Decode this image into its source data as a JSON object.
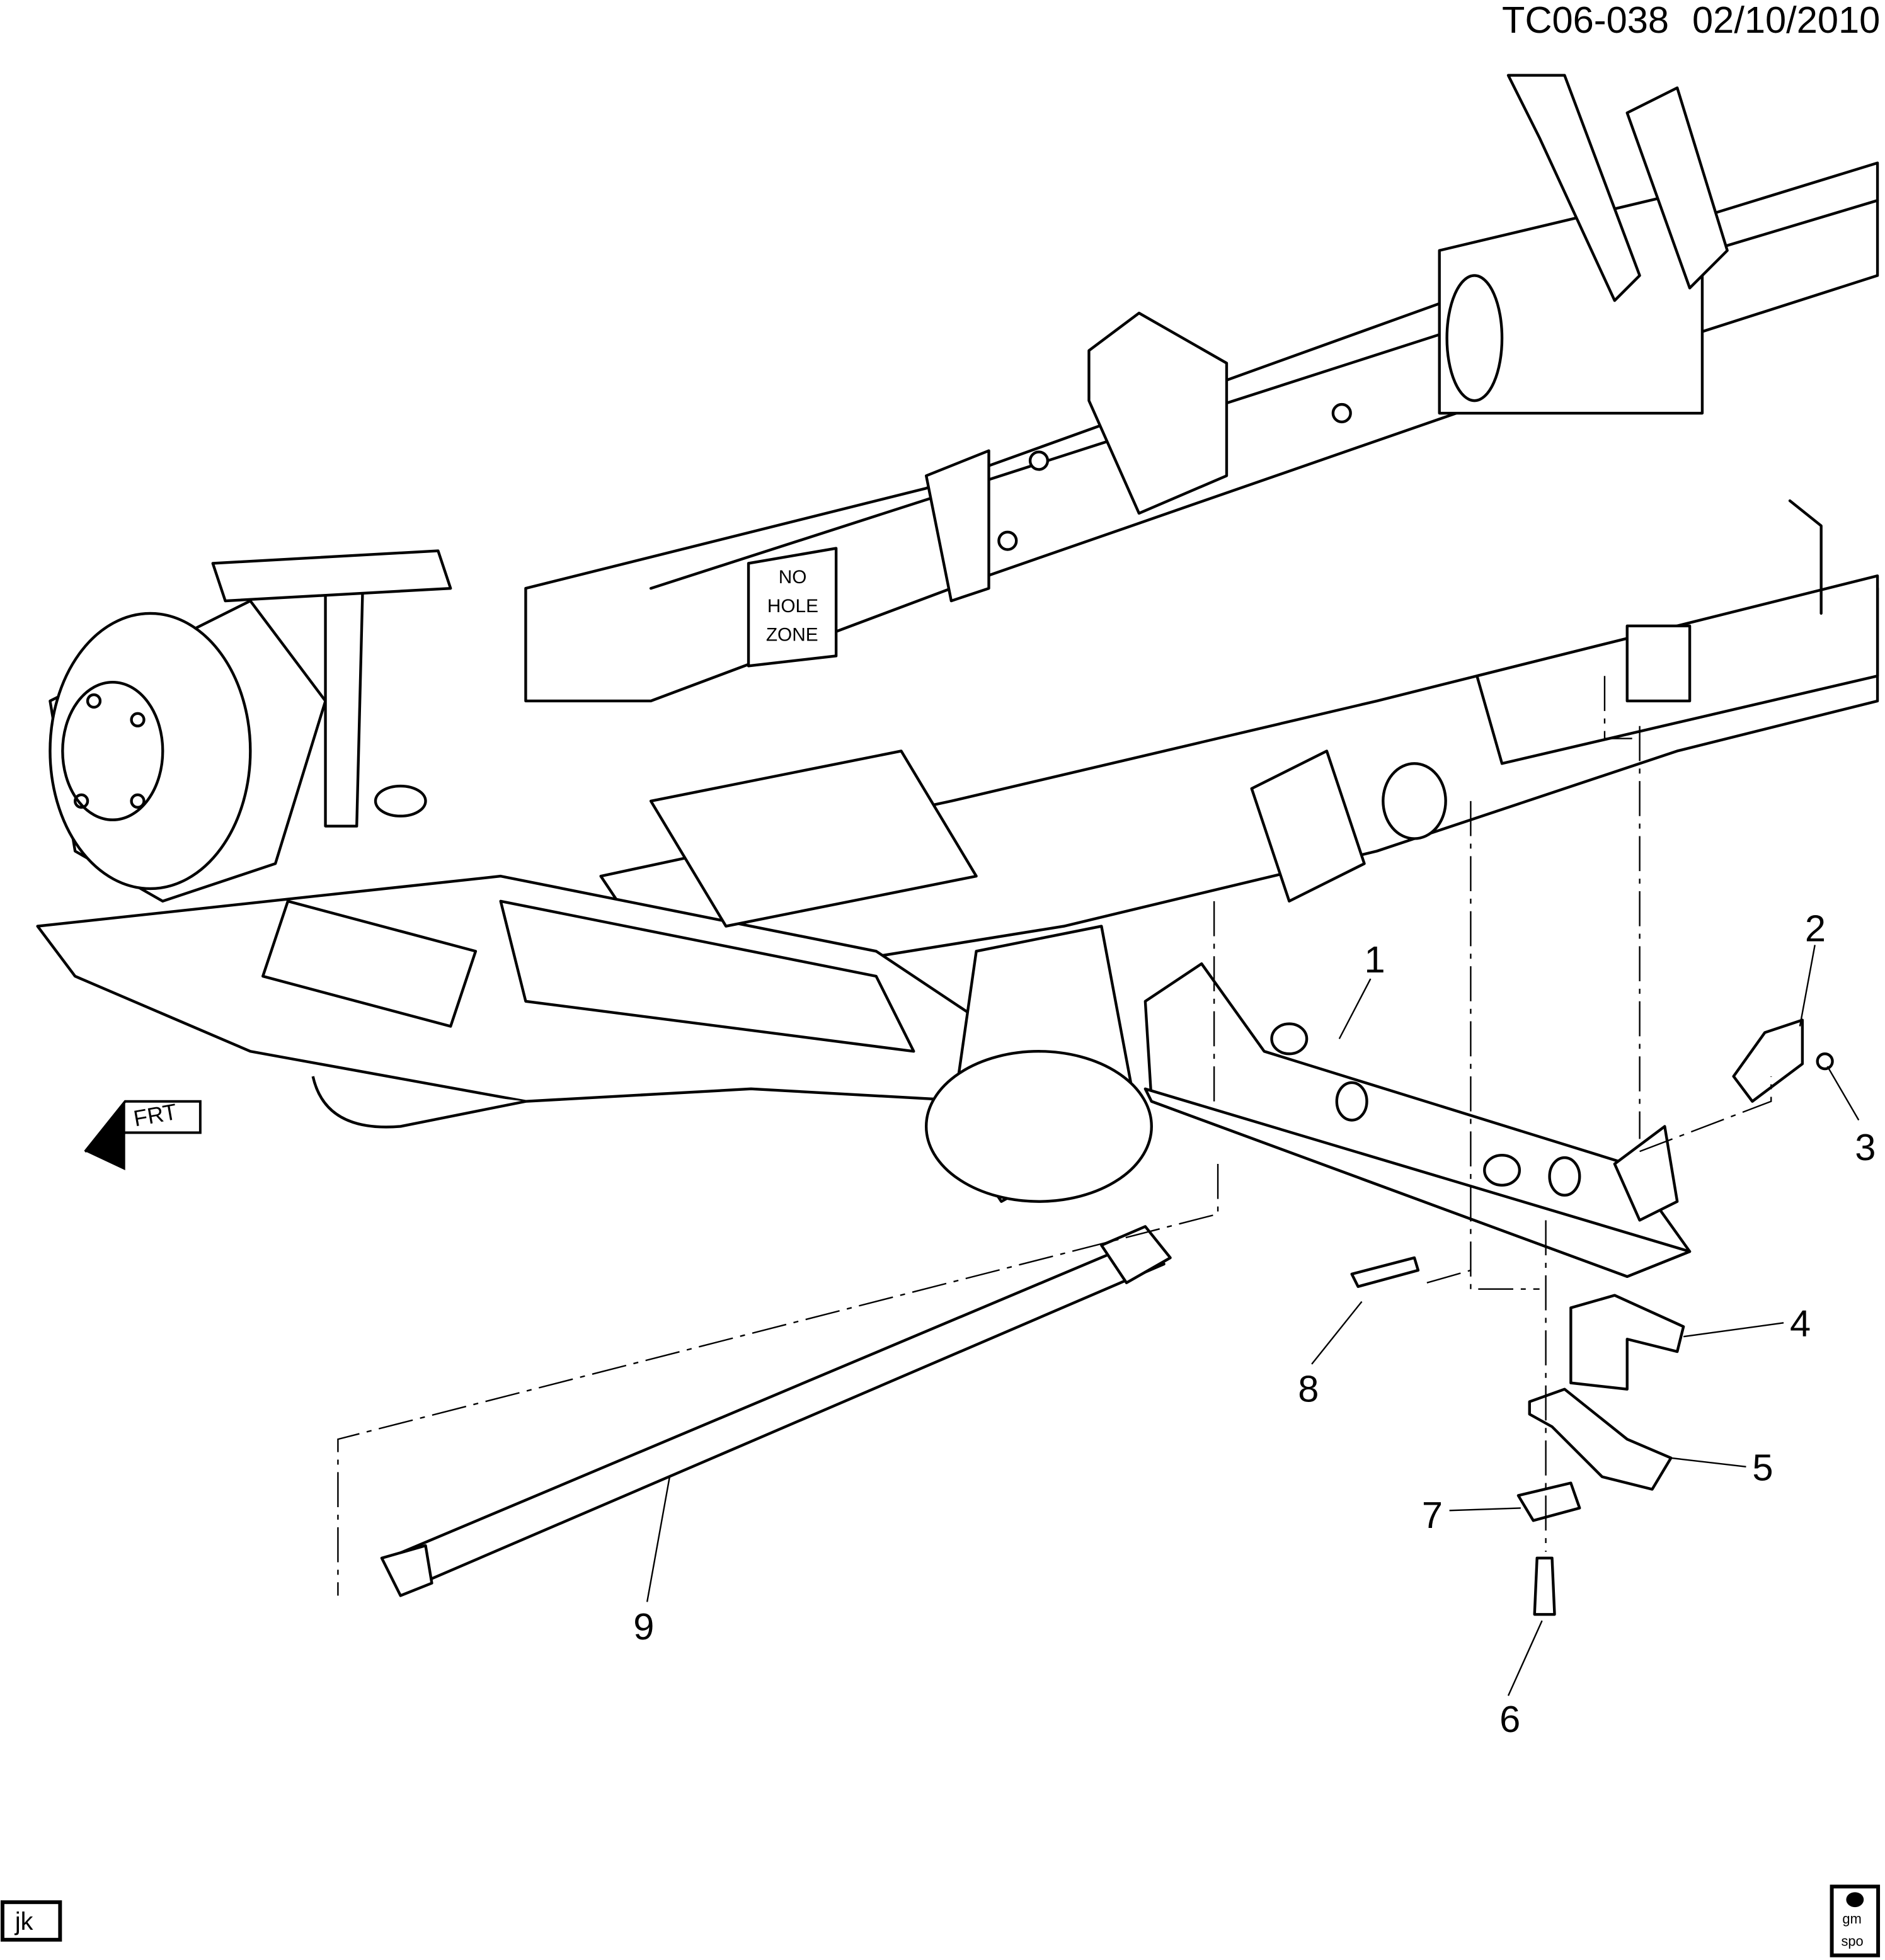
{
  "header": {
    "diagram_id": "TC06-038",
    "date": "02/10/2010"
  },
  "labels": {
    "no_hole_zone": [
      "NO",
      "HOLE",
      "ZONE"
    ],
    "front_arrow": "FRT"
  },
  "callouts": [
    "1",
    "2",
    "3",
    "4",
    "5",
    "6",
    "7",
    "8",
    "9"
  ],
  "footer": {
    "illustrator_initials": "jk",
    "logo_text": [
      "gm",
      "spo"
    ]
  }
}
